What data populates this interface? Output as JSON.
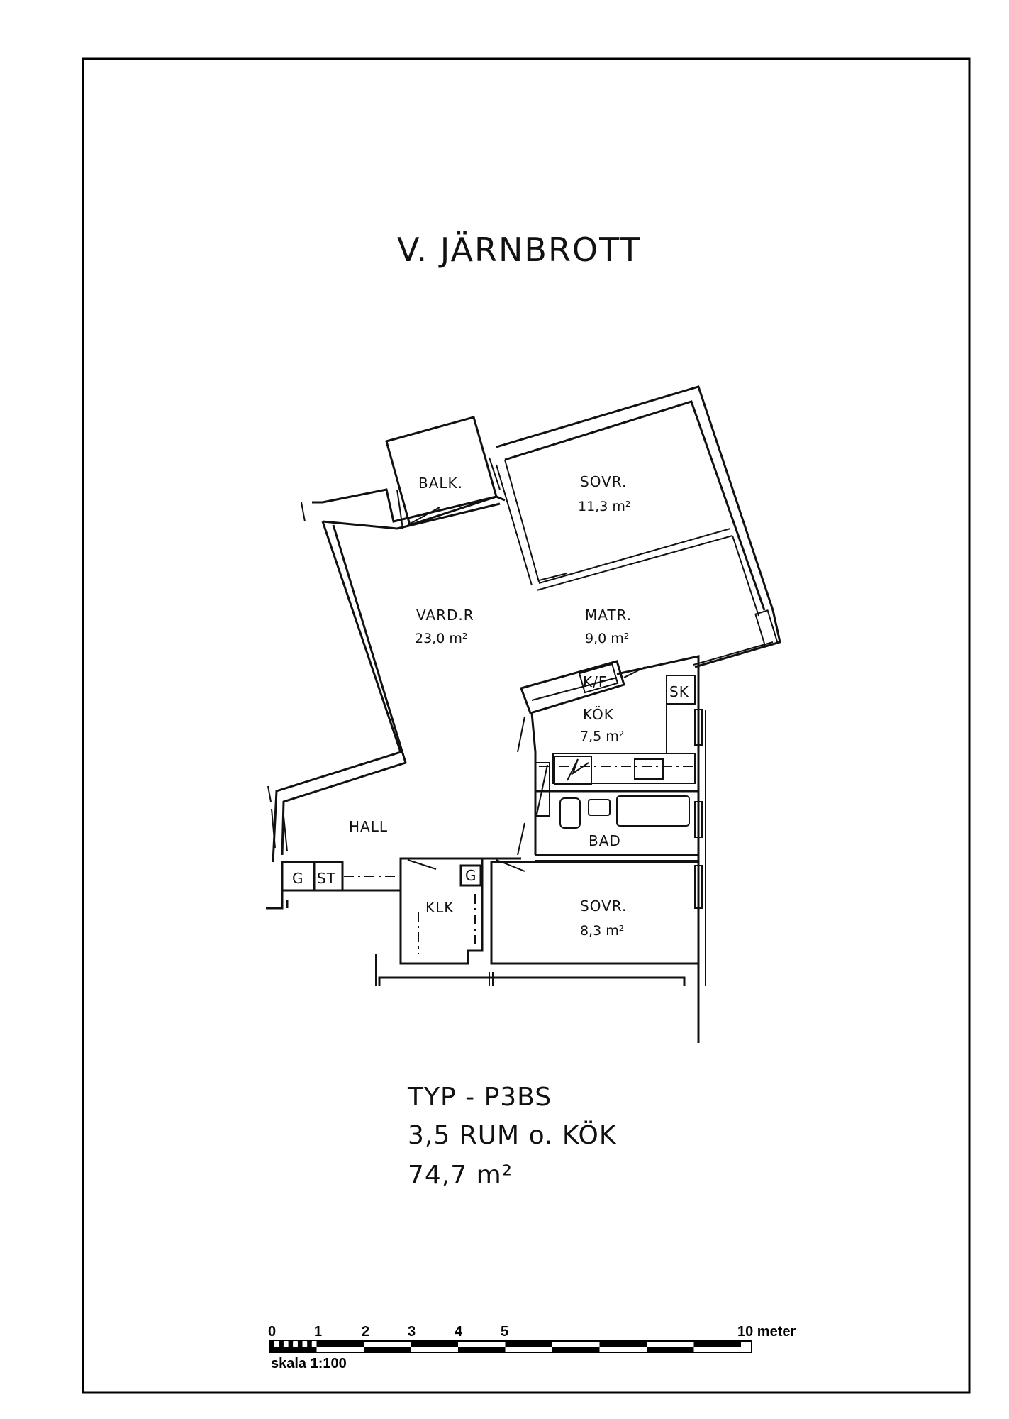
{
  "title": "V. JÄRNBROTT",
  "rooms": {
    "balk": {
      "label": "BALK."
    },
    "sovr1": {
      "label": "SOVR.",
      "area": "11,3 m²"
    },
    "vardr": {
      "label": "VARD.R",
      "area": "23,0 m²"
    },
    "matr": {
      "label": "MATR.",
      "area": "9,0 m²"
    },
    "kok": {
      "label": "KÖK",
      "area": "7,5 m²"
    },
    "hall": {
      "label": "HALL"
    },
    "bad": {
      "label": "BAD"
    },
    "klk": {
      "label": "KLK"
    },
    "sovr2": {
      "label": "SOVR.",
      "area": "8,3 m²"
    },
    "kf": {
      "label": "K/F"
    },
    "sk": {
      "label": "SK"
    },
    "g1": {
      "label": "G"
    },
    "st": {
      "label": "ST"
    },
    "g2": {
      "label": "G"
    }
  },
  "info": {
    "type": "TYP - P3BS",
    "rooms": "3,5 RUM  o. KÖK",
    "area": "74,7 m²"
  },
  "scale_bar": {
    "ticks": [
      "0",
      "1",
      "2",
      "3",
      "4",
      "5"
    ],
    "end_label": "10 meter",
    "scale": "skala 1:100"
  }
}
